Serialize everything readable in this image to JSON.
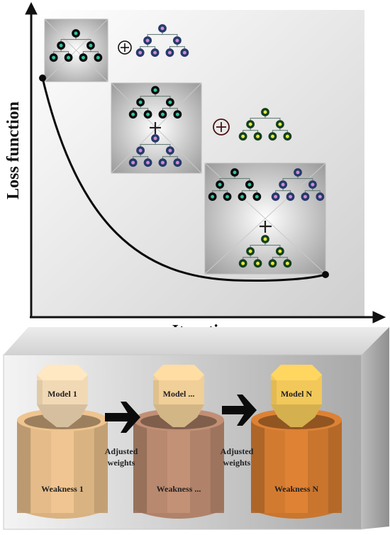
{
  "axes": {
    "y_label": "Loss function",
    "x_label": "Iteration"
  },
  "stages": [
    {
      "id": "stage-1",
      "trees": [
        "black"
      ],
      "next_tree": "blue"
    },
    {
      "id": "stage-2",
      "trees": [
        "black",
        "blue"
      ],
      "next_tree": "green"
    },
    {
      "id": "stage-3",
      "trees": [
        "black",
        "blue",
        "green"
      ]
    }
  ],
  "tree_colors": {
    "black": {
      "node": "#0b0b0b",
      "center": "#2ec4a4",
      "edge": "#6b7f7a"
    },
    "blue": {
      "node": "#243a6b",
      "center": "#d58ad0",
      "edge": "#6b7f7a"
    },
    "green": {
      "node": "#123f1f",
      "center": "#e8e83a",
      "edge": "#6b7f7a"
    }
  },
  "models": [
    {
      "model_label": "Model 1",
      "weakness_label": "Weakness 1",
      "top": "#f2d9b5",
      "body": "#d9b282"
    },
    {
      "model_label": "Model ...",
      "weakness_label": "Weakness ...",
      "top": "#f0cf98",
      "body": "#b0826a"
    },
    {
      "model_label": "Model N",
      "weakness_label": "Weakness N",
      "top": "#f2c85a",
      "body": "#c9762f"
    }
  ],
  "arrows": [
    {
      "label_line1": "Adjusted",
      "label_line2": "weights"
    },
    {
      "label_line1": "Adjusted",
      "label_line2": "weights"
    }
  ],
  "symbols": {
    "plus_circle": "⊕",
    "plus": "+"
  }
}
